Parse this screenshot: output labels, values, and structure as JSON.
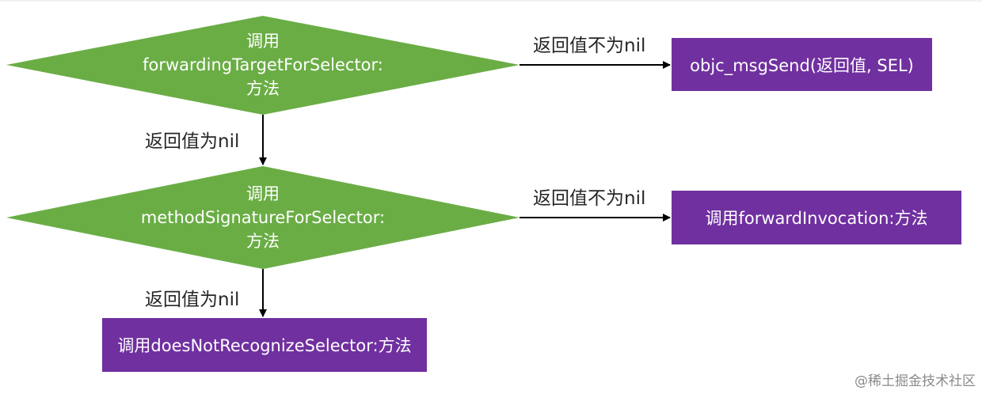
{
  "diagram": {
    "decision1": {
      "line1": "调用",
      "line2": "forwardingTargetForSelector:",
      "line3": "方法"
    },
    "decision2": {
      "line1": "调用",
      "line2": "methodSignatureForSelector:",
      "line3": "方法"
    },
    "box1": "objc_msgSend(返回值, SEL)",
    "box2": "调用forwardInvocation:方法",
    "box3": "调用doesNotRecognizeSelector:方法",
    "edge_not_nil_1": "返回值不为nil",
    "edge_nil_1": "返回值为nil",
    "edge_not_nil_2": "返回值不为nil",
    "edge_nil_2": "返回值为nil"
  },
  "colors": {
    "decision": "#6aad45",
    "process": "#7030a0",
    "arrow": "#000000"
  },
  "watermark": "@稀土掘金技术社区"
}
